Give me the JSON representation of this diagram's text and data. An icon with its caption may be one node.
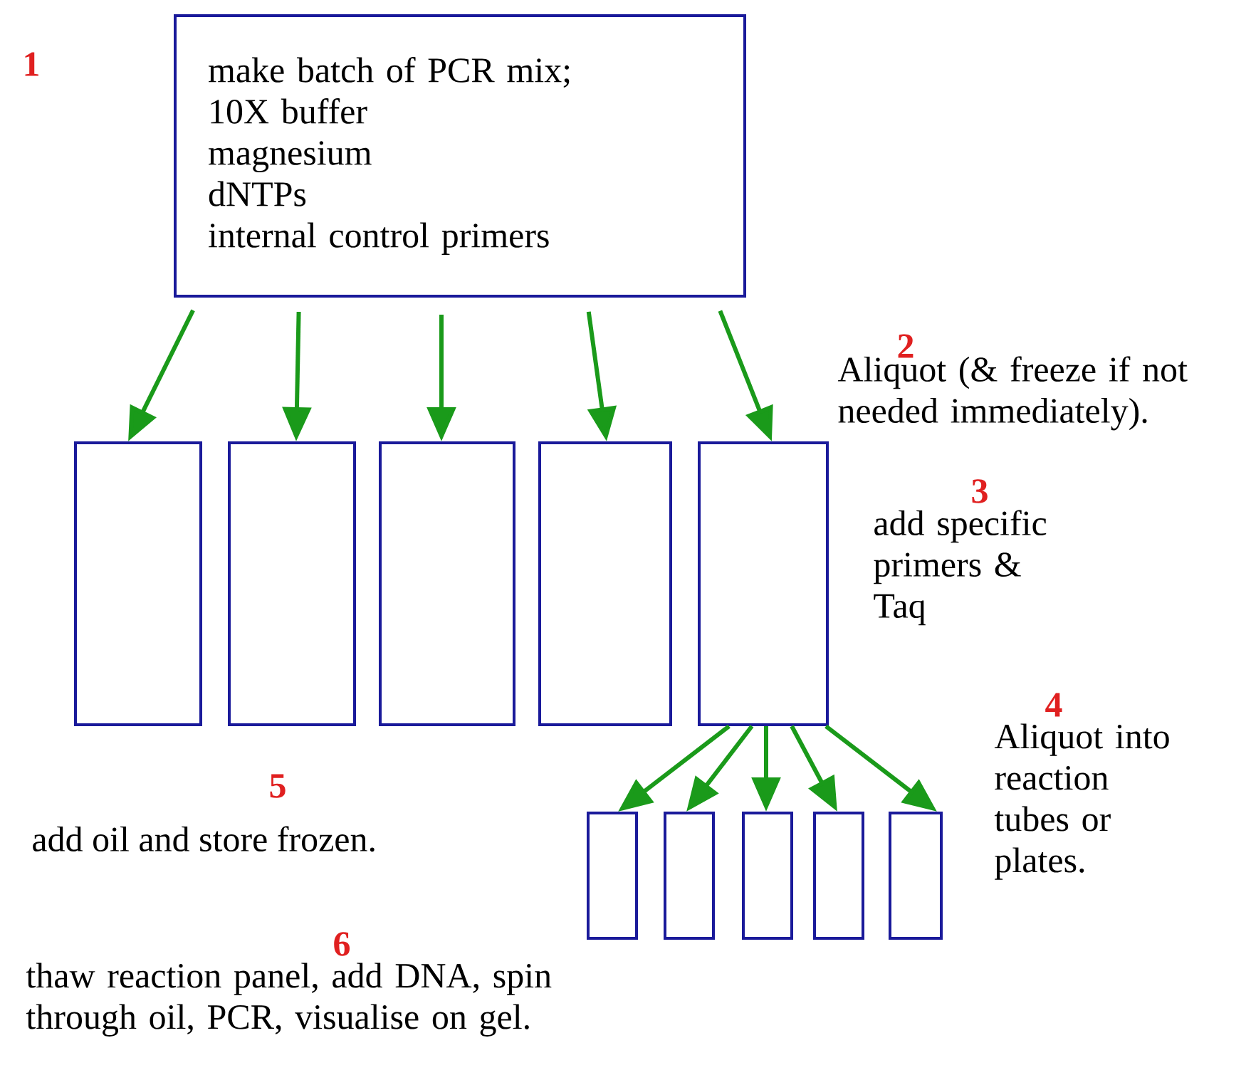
{
  "diagram": {
    "nodes": [
      {
        "text": [
          "make batch of PCR mix;",
          "10X buffer",
          "magnesium",
          "dNTPs",
          "internal control primers"
        ]
      },
      {
        "text": [],
        "shape": "box"
      },
      {
        "text": [],
        "shape": "box"
      },
      {
        "text": [],
        "shape": "box"
      },
      {
        "text": [],
        "shape": "box"
      },
      {
        "text": [],
        "shape": "box"
      },
      {
        "text": [],
        "shape": "box"
      },
      {
        "text": [],
        "shape": "box"
      },
      {
        "text": [],
        "shape": "box"
      },
      {
        "text": [],
        "shape": "box"
      },
      {
        "text": [],
        "shape": "box"
      }
    ],
    "edges": [
      {
        "from": 0,
        "to": 1,
        "arrow": "to"
      },
      {
        "from": 0,
        "to": 2,
        "arrow": "to"
      },
      {
        "from": 0,
        "to": 3,
        "arrow": "to"
      },
      {
        "from": 0,
        "to": 4,
        "arrow": "to"
      },
      {
        "from": 0,
        "to": 5,
        "arrow": "to"
      },
      {
        "from": 5,
        "to": 6,
        "arrow": "to"
      },
      {
        "from": 5,
        "to": 7,
        "arrow": "to"
      },
      {
        "from": 5,
        "to": 8,
        "arrow": "to"
      },
      {
        "from": 5,
        "to": 9,
        "arrow": "to"
      },
      {
        "from": 5,
        "to": 10,
        "arrow": "to"
      }
    ],
    "labels": [
      "1",
      "2",
      "Aliquot (& freeze if not needed immediately).",
      "3",
      "add specific primers & Taq",
      "4",
      "Aliquot into reaction tubes or plates.",
      "5",
      "add oil and store frozen.",
      "6",
      "thaw reaction panel, add DNA, spin through oil, PCR, visualise on gel."
    ]
  }
}
